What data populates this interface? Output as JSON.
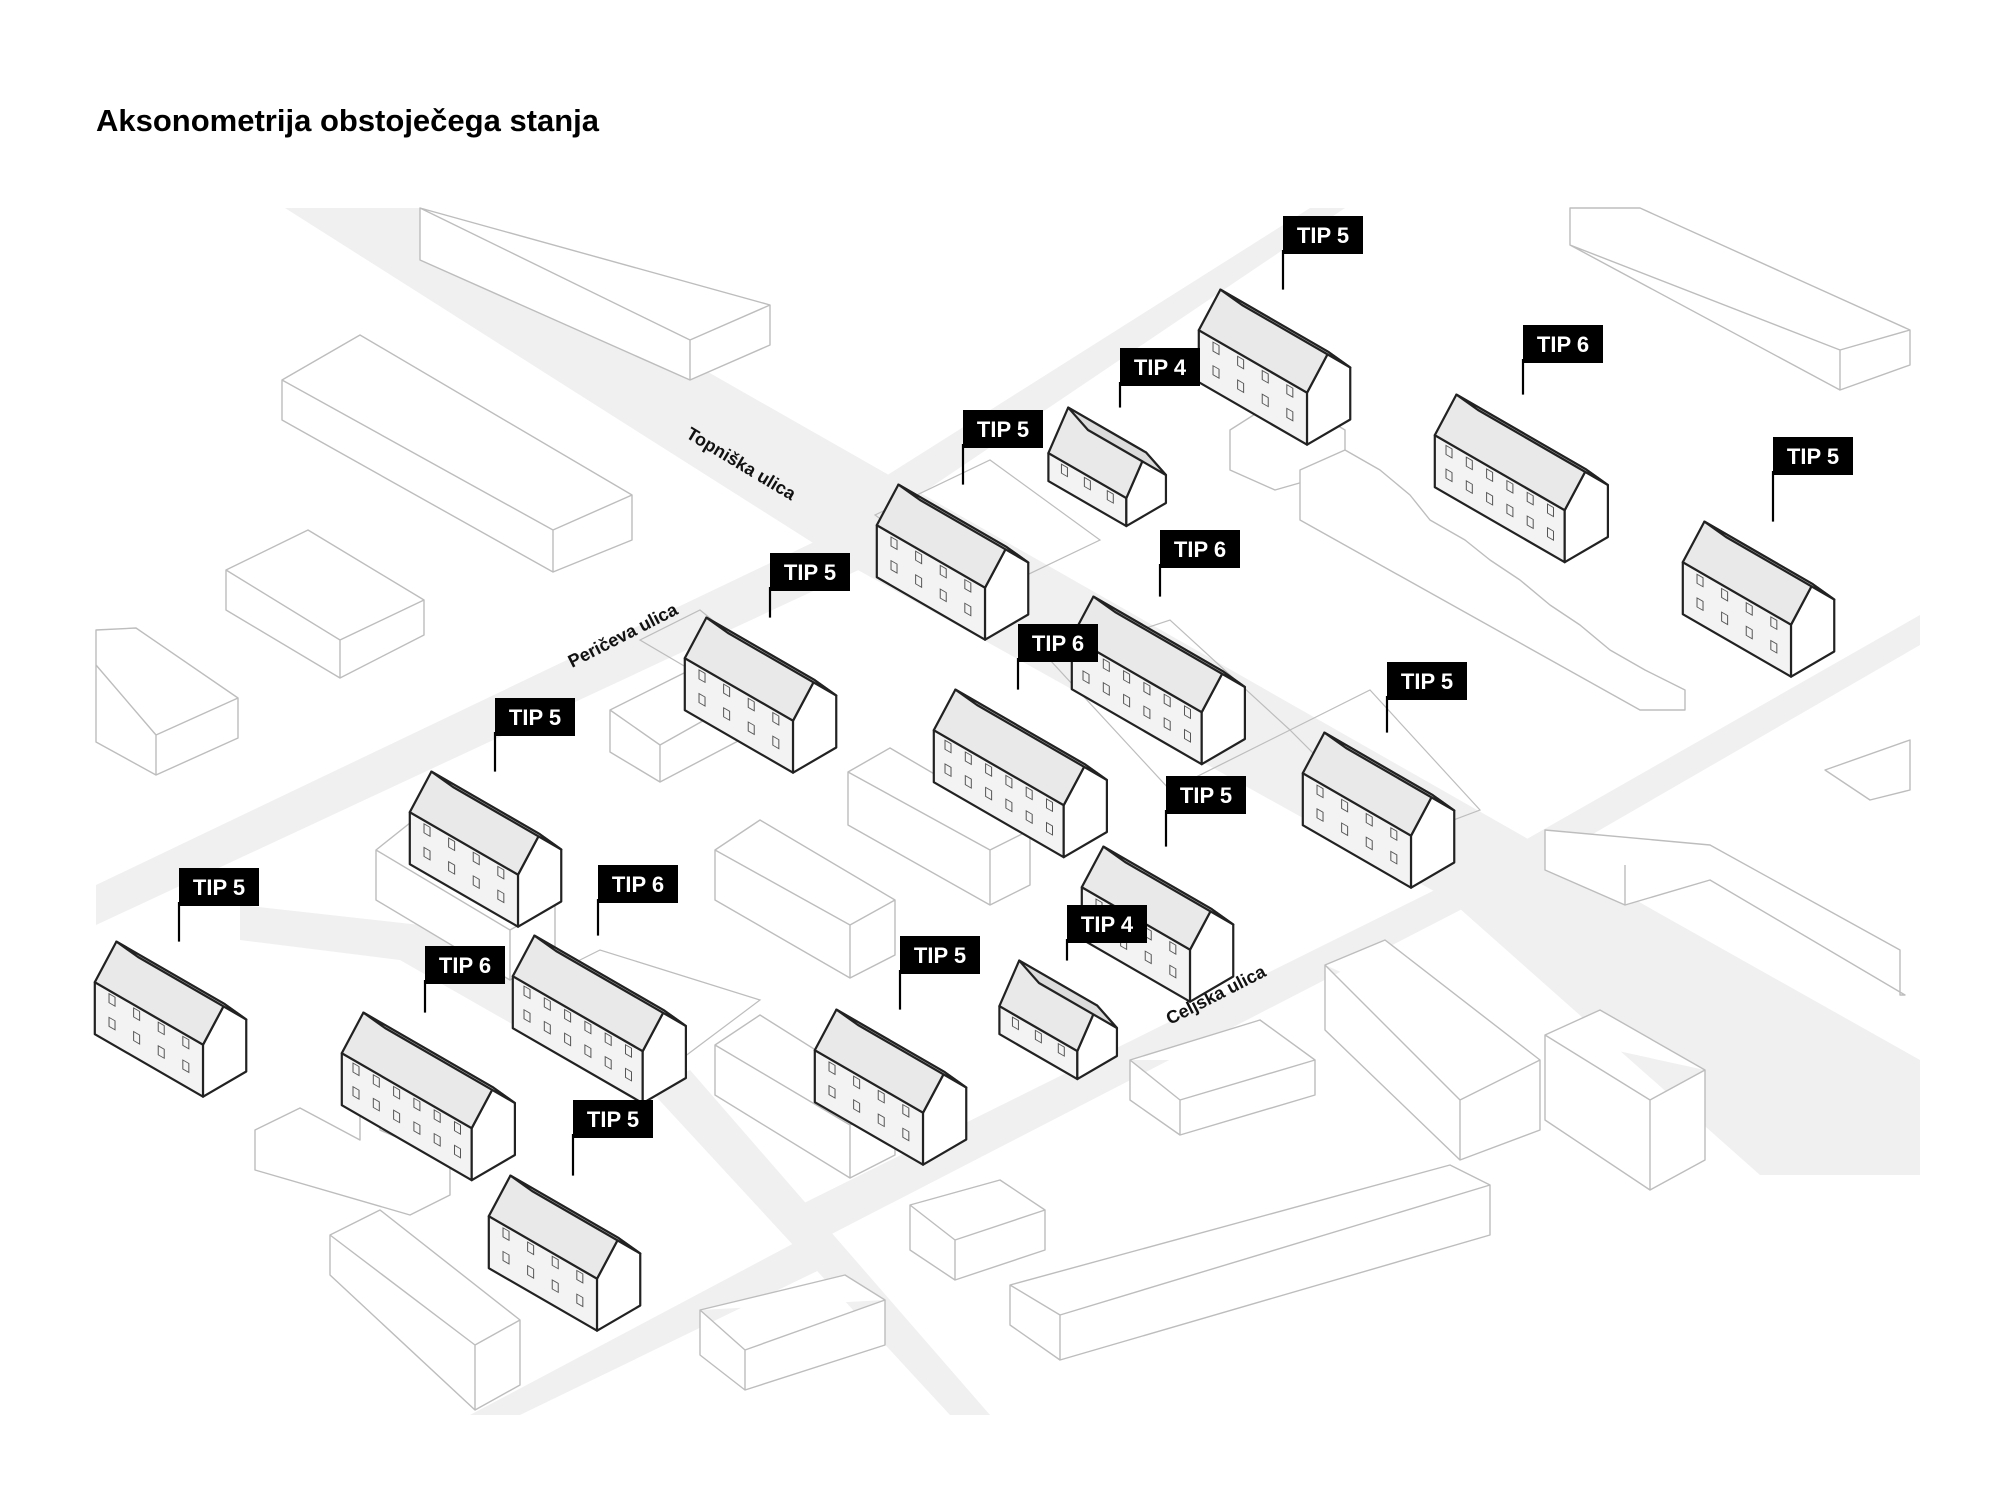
{
  "title": "Aksonometrija obstoječega stanja",
  "colors": {
    "road": "#f0f0f0",
    "context_outline": "#bdbdbd",
    "highlight_fill": "#e9e9e9",
    "highlight_outline": "#222222",
    "tag_fill": "#000000",
    "tag_text": "#ffffff"
  },
  "streets": {
    "topniska": "Topniška ulica",
    "pericheva": "Peričeva ulica",
    "celjska": "Celjska ulica"
  },
  "buildings": [
    {
      "tag": "TIP 5",
      "type": "5"
    },
    {
      "tag": "TIP 4",
      "type": "4"
    },
    {
      "tag": "TIP 6",
      "type": "6"
    },
    {
      "tag": "TIP 5",
      "type": "5"
    },
    {
      "tag": "TIP 5",
      "type": "5"
    },
    {
      "tag": "TIP 6",
      "type": "6"
    },
    {
      "tag": "TIP 5",
      "type": "5"
    },
    {
      "tag": "TIP 6",
      "type": "6"
    },
    {
      "tag": "TIP 5",
      "type": "5"
    },
    {
      "tag": "TIP 5",
      "type": "5"
    },
    {
      "tag": "TIP 5",
      "type": "5"
    },
    {
      "tag": "TIP 6",
      "type": "6"
    },
    {
      "tag": "TIP 5",
      "type": "5"
    },
    {
      "tag": "TIP 4",
      "type": "4"
    },
    {
      "tag": "TIP 5",
      "type": "5"
    },
    {
      "tag": "TIP 6",
      "type": "6"
    },
    {
      "tag": "TIP 5",
      "type": "5"
    },
    {
      "tag": "TIP 5",
      "type": "5"
    }
  ]
}
